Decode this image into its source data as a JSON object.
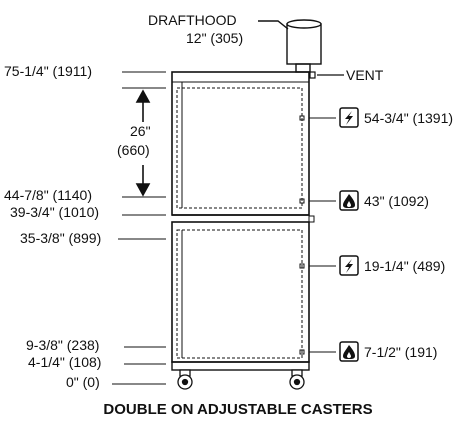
{
  "drafthood": {
    "line1": "DRAFTHOOD",
    "line2": "12\" (305)"
  },
  "vent_label": "VENT",
  "left_dims": [
    "75-1/4\" (1911)",
    "44-7/8\" (1140)",
    "39-3/4\" (1010)",
    "35-3/8\" (899)",
    "9-3/8\" (238)",
    "4-1/4\" (108)",
    "0\" (0)"
  ],
  "span": {
    "line1": "26\"",
    "line2": "(660)"
  },
  "right_dims": [
    {
      "icon": "electric-icon",
      "text": "54-3/4\" (1391)"
    },
    {
      "icon": "gas-flame-icon",
      "text": "43\" (1092)"
    },
    {
      "icon": "electric-icon",
      "text": "19-1/4\" (489)"
    },
    {
      "icon": "gas-flame-icon",
      "text": "7-1/2\" (191)"
    }
  ],
  "caption": "DOUBLE ON ADJUSTABLE CASTERS",
  "colors": {
    "line": "#111111",
    "background": "#ffffff"
  }
}
